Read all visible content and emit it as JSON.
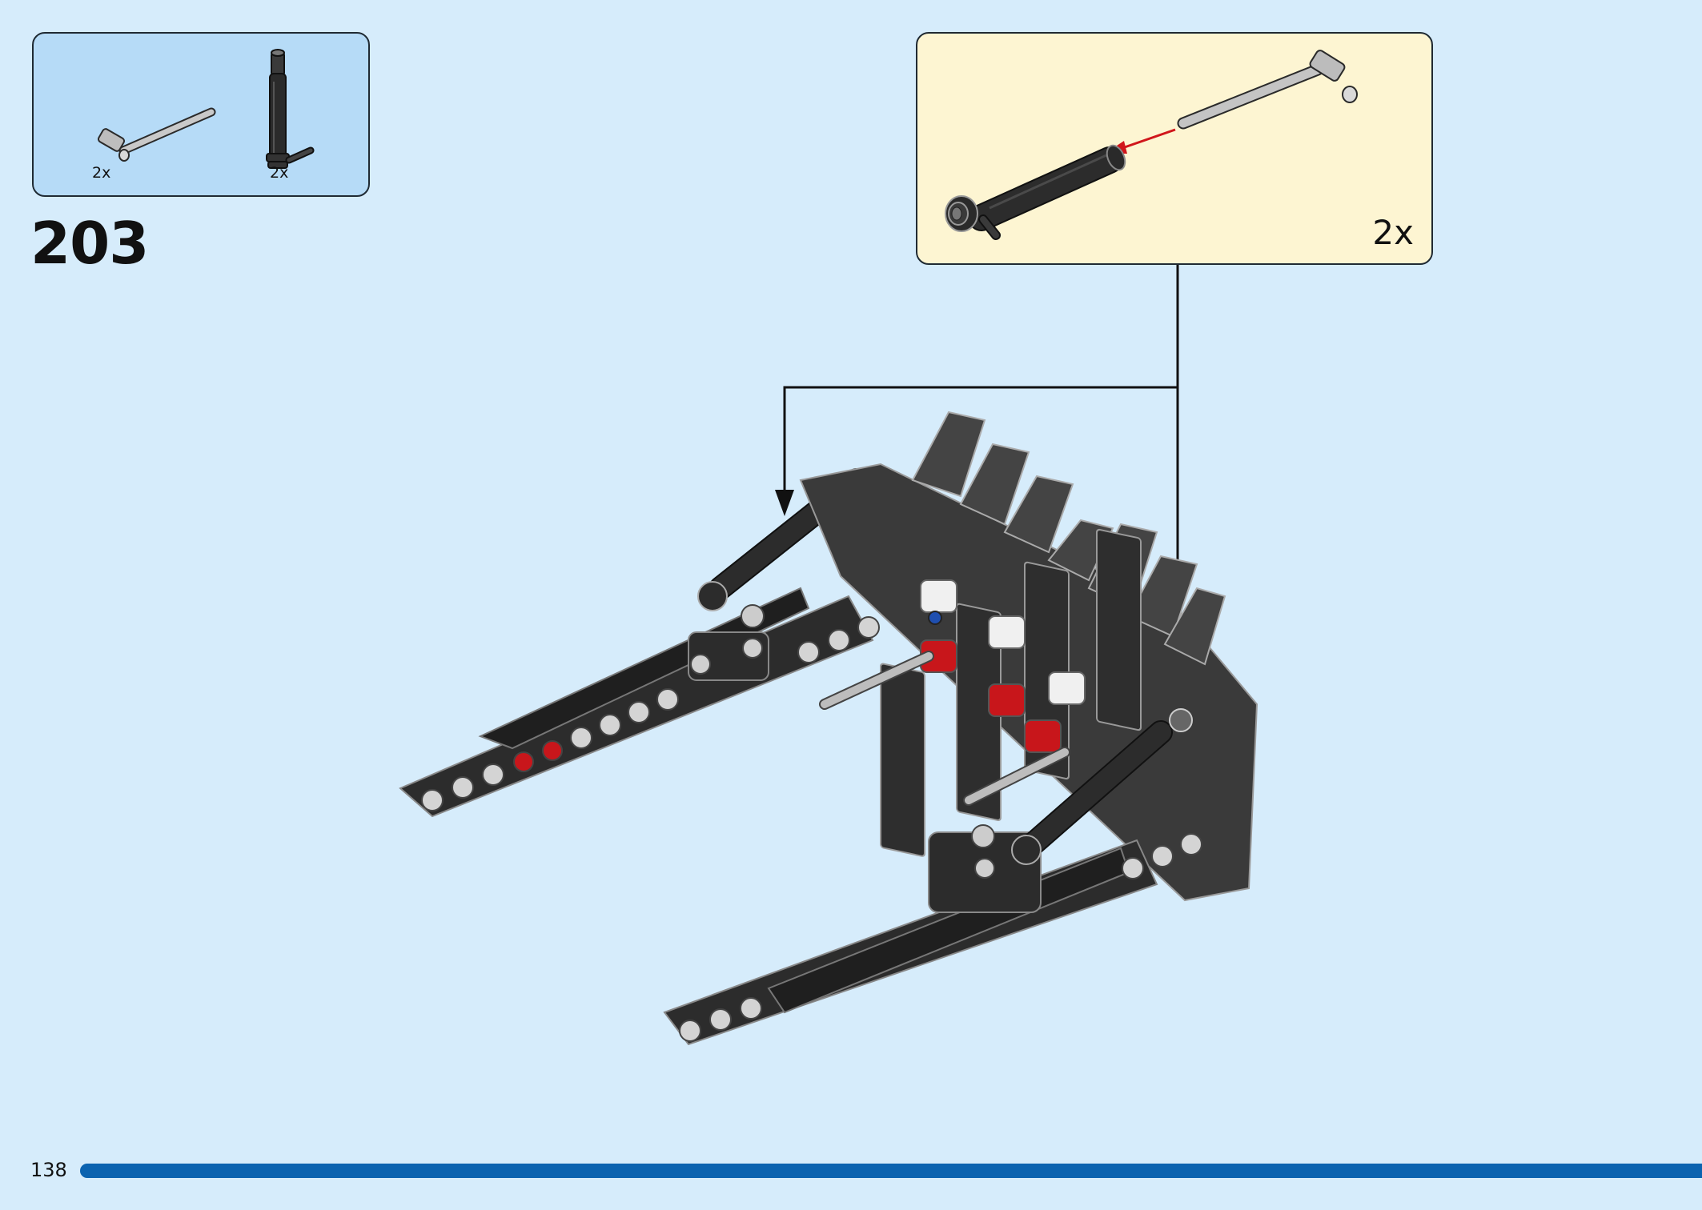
{
  "step": {
    "number": "203"
  },
  "parts_list": {
    "items": [
      {
        "name": "axle-with-stop",
        "qty": "2x"
      },
      {
        "name": "black-shock-cylinder",
        "qty": "2x"
      }
    ]
  },
  "sub_assembly": {
    "qty": "2x"
  },
  "footer": {
    "page_number": "138",
    "progress_fraction": 1.0
  },
  "colors": {
    "background": "#d6ecfb",
    "parts_box": "#b6dbf7",
    "sub_box": "#fdf5d2",
    "progress": "#0b63b0",
    "arrow_red": "#d0161b"
  },
  "icons": [
    "axle-part-icon",
    "shock-cylinder-part-icon",
    "callout-arrow-icon",
    "assembly-model-icon"
  ]
}
